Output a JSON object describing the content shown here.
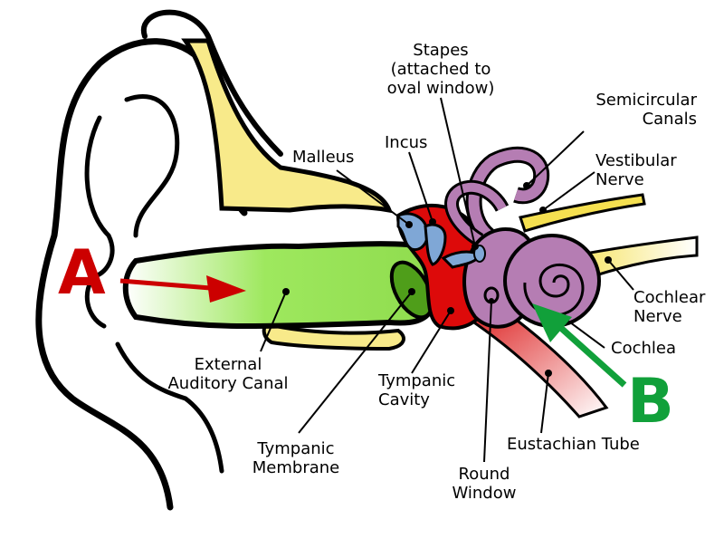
{
  "labels": {
    "stapes": "Stapes\n(attached to\noval window)",
    "malleus": "Malleus",
    "incus": "Incus",
    "semicircular": "Semicircular\nCanals",
    "vestibular": "Vestibular\nNerve",
    "cochlear_nerve": "Cochlear\nNerve",
    "cochlea": "Cochlea",
    "external_canal": "External\nAuditory Canal",
    "tympanic_cavity": "Tympanic\nCavity",
    "tympanic_membrane": "Tympanic\nMembrane",
    "eustachian": "Eustachian Tube",
    "round_window": "Round\nWindow",
    "marker_a": "A",
    "marker_b": "B"
  },
  "colors": {
    "marker_a": "#cc0000",
    "marker_b": "#11a03a",
    "canal_green": "#99e35a",
    "membrane_green": "#4f9e1a",
    "bone_yellow": "#f8ea8a",
    "cavity_red": "#dd0a0a",
    "ossicle_blue": "#7fa7d6",
    "labyrinth_purple": "#b57db3",
    "nerve_yellow": "#f5e050"
  }
}
